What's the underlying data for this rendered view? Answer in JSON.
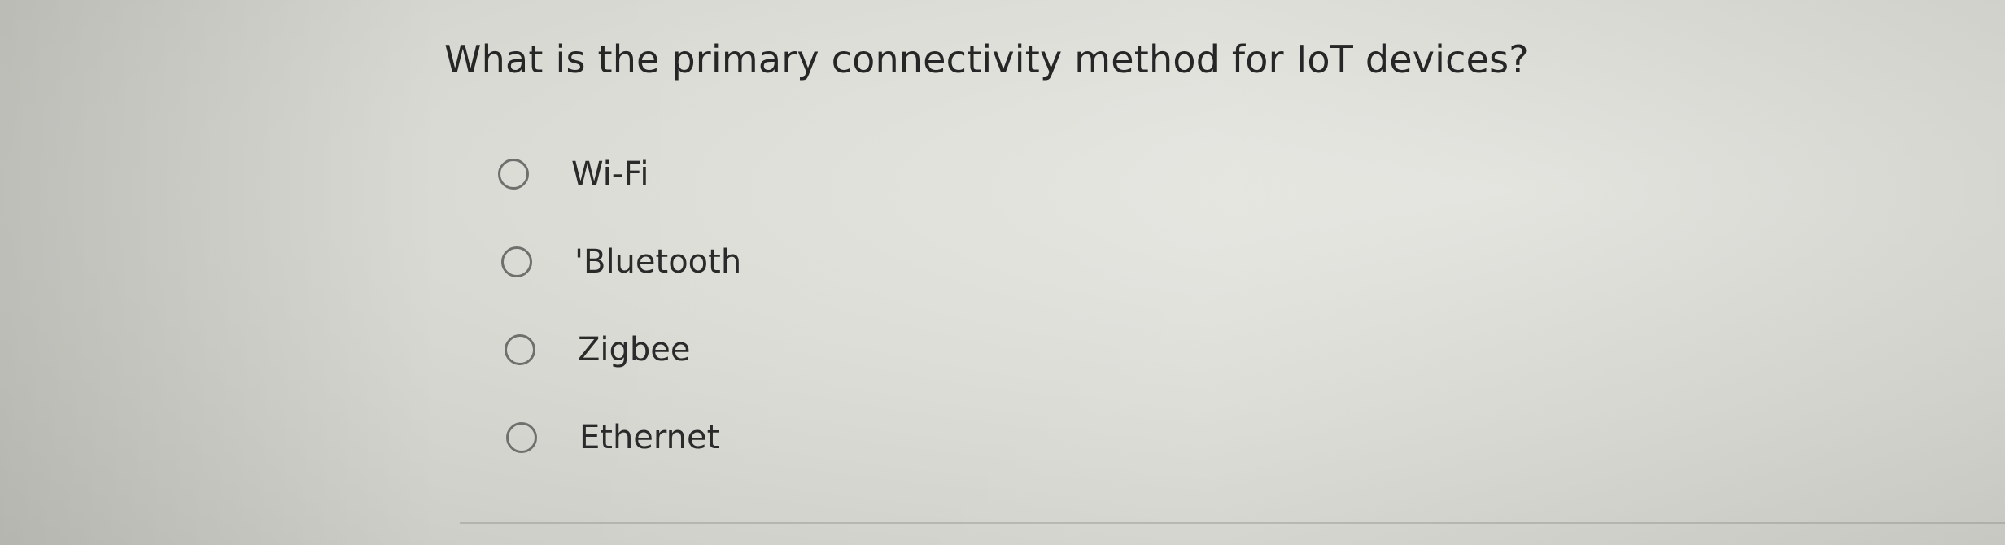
{
  "question": {
    "text": "What is the primary connectivity method for IoT devices?"
  },
  "options": [
    {
      "label": "Wi-Fi"
    },
    {
      "label": "'Bluetooth"
    },
    {
      "label": "Zigbee"
    },
    {
      "label": "Ethernet"
    }
  ],
  "colors": {
    "text": "#262626",
    "radio_border": "#6f706d"
  }
}
